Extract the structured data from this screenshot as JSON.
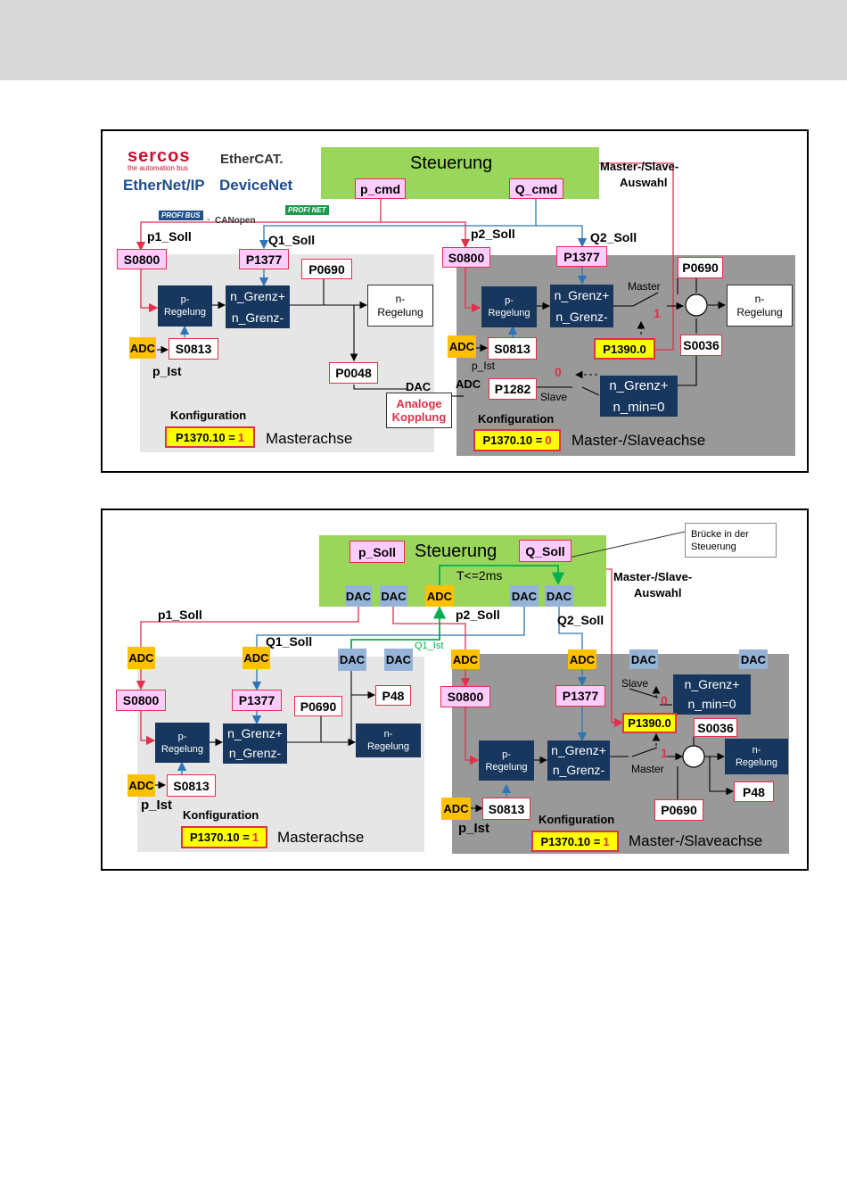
{
  "colors": {
    "red": "#e0304a",
    "blue": "#2e75b6",
    "green": "#00b050",
    "navy": "#17375e",
    "adc": "#ffc000",
    "dac": "#95b3d7",
    "steuerung": "#99d65b"
  },
  "d1": {
    "logos": {
      "sercos": "sercos",
      "sercos_sub": "the automation bus",
      "ethercat": "EtherCAT.",
      "ethernetip": "EtherNet/IP",
      "devicenet": "DeviceNet",
      "profibus": "PROFI BUS",
      "dash": "-",
      "canopen": "CANopen",
      "profinet": "PROFI NET"
    },
    "steuerung": "Steuerung",
    "p_cmd": "p_cmd",
    "q_cmd": "Q_cmd",
    "ms_auswahl_1": "Master-/Slave-",
    "ms_auswahl_2": "Auswahl",
    "p1_soll": "p1_Soll",
    "q1_soll": "Q1_Soll",
    "p2_soll": "p2_Soll",
    "q2_soll": "Q2_Soll",
    "s0800_a": "S0800",
    "p1377_a": "P1377",
    "p0690_a": "P0690",
    "s0800_b": "S0800",
    "p1377_b": "P1377",
    "p0690_b": "P0690",
    "preg_a_1": "p-",
    "preg_a_2": "Regelung",
    "grenz_a_1": "n_Grenz+",
    "grenz_a_2": "n_Grenz-",
    "nreg_a_1": "n-",
    "nreg_a_2": "Regelung",
    "preg_b_1": "p-",
    "preg_b_2": "Regelung",
    "grenz_b_1": "n_Grenz+",
    "grenz_b_2": "n_Grenz-",
    "nreg_b_1": "n-",
    "nreg_b_2": "Regelung",
    "adc_a": "ADC",
    "s0813_a": "S0813",
    "p_ist_a": "p_Ist",
    "adc_b": "ADC",
    "s0813_b": "S0813",
    "p_ist_b": "p_Ist",
    "p0048": "P0048",
    "dac": "DAC",
    "adc_c": "ADC",
    "analog_1": "Analoge",
    "analog_2": "Kopplung",
    "p1282": "P1282",
    "master": "Master",
    "one": "1",
    "zero": "0",
    "slave": "Slave",
    "p1390": "P1390.0",
    "s0036": "S0036",
    "ngrenz_plus": "n_Grenz+",
    "nmin": "n_min=0",
    "konf_a": "Konfiguration",
    "konf_a_val_label": "P1370.10 =",
    "konf_a_val": "1",
    "masterachse": "Masterachse",
    "konf_b": "Konfiguration",
    "konf_b_val_label": "P1370.10 =",
    "konf_b_val": "0",
    "msachse": "Master-/Slaveachse"
  },
  "d2": {
    "callout_1": "Brücke in der",
    "callout_2": "Steuerung",
    "p_soll": "p_Soll",
    "steuerung": "Steuerung",
    "q_soll": "Q_Soll",
    "t_label": "T<=2ms",
    "dac_g1": "DAC",
    "dac_g2": "DAC",
    "adc_g": "ADC",
    "dac_g3": "DAC",
    "dac_g4": "DAC",
    "ms_auswahl_1": "Master-/Slave-",
    "ms_auswahl_2": "Auswahl",
    "p1_soll": "p1_Soll",
    "p2_soll": "p2_Soll",
    "q2_soll": "Q2_Soll",
    "q1_soll": "Q1_Soll",
    "q1_ist": "Q1_Ist",
    "adc_a1": "ADC",
    "adc_a2": "ADC",
    "dac_a1": "DAC",
    "dac_a2": "DAC",
    "adc_b1": "ADC",
    "adc_b2": "ADC",
    "dac_b1": "DAC",
    "dac_b2": "DAC",
    "s0800_a": "S0800",
    "p1377_a": "P1377",
    "p0690_a": "P0690",
    "p48_a": "P48",
    "preg_a_1": "p-",
    "preg_a_2": "Regelung",
    "grenz_a_1": "n_Grenz+",
    "grenz_a_2": "n_Grenz-",
    "nreg_a_1": "n-",
    "nreg_a_2": "Regelung",
    "adc_a3": "ADC",
    "s0813_a": "S0813",
    "p_ist_a": "p_Ist",
    "konf_a": "Konfiguration",
    "konf_a_val_label": "P1370.10 =",
    "konf_a_val": "1",
    "masterachse": "Masterachse",
    "s0800_b": "S0800",
    "p1377_b": "P1377",
    "slave": "Slave",
    "zero": "0",
    "one": "1",
    "master": "Master",
    "ngrenz_plus": "n_Grenz+",
    "nmin": "n_min=0",
    "p1390": "P1390.0",
    "s0036": "S0036",
    "preg_b_1": "p-",
    "preg_b_2": "Regelung",
    "grenz_b_1": "n_Grenz+",
    "grenz_b_2": "n_Grenz-",
    "nreg_b_1": "n-",
    "nreg_b_2": "Regelung",
    "p48_b": "P48",
    "p0690_b": "P0690",
    "adc_b3": "ADC",
    "s0813_b": "S0813",
    "p_ist_b": "p_Ist",
    "konf_b": "Konfiguration",
    "konf_b_val_label": "P1370.10 =",
    "konf_b_val": "1",
    "msachse": "Master-/Slaveachse"
  }
}
